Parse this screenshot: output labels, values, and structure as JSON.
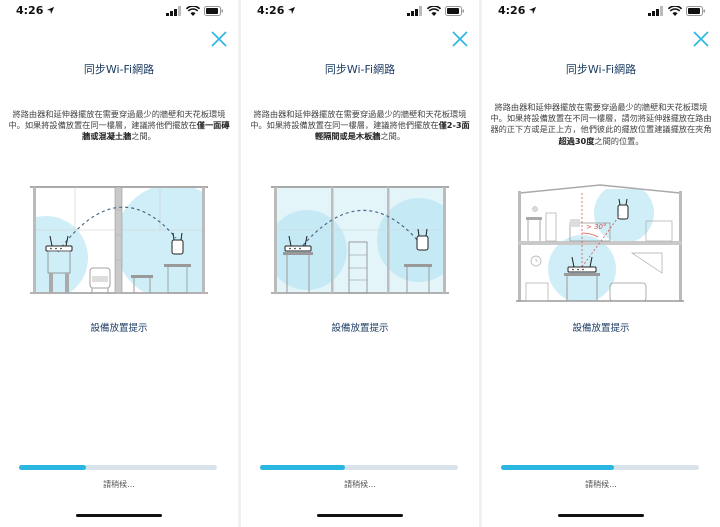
{
  "colors": {
    "accent": "#29b6e0",
    "title": "#1c3c63",
    "coverage": "#cfeef7",
    "track": "#d8e2ea"
  },
  "screens": [
    {
      "time": "4:26",
      "title": "同步Wi-Fi網路",
      "desc_prefix": "將路由器和延伸器擺放在需要穿過最少的牆壁和天花板環境中。如果將設備放置在同一樓層，建議將他們擺放在",
      "desc_bold": "僅一面磚牆或混凝土牆",
      "desc_suffix": "之間。",
      "tips_label": "設備放置提示",
      "progress": 0.34,
      "wait_text": "請稍候..."
    },
    {
      "time": "4:26",
      "title": "同步Wi-Fi網路",
      "desc_prefix": "將路由器和延伸器擺放在需要穿過最少的牆壁和天花板環境中。如果將設備放置在同一樓層，建議將他們擺放在",
      "desc_bold": "僅2-3面輕隔間或是木板牆",
      "desc_suffix": "之間。",
      "tips_label": "設備放置提示",
      "progress": 0.43,
      "wait_text": "請稍候..."
    },
    {
      "time": "4:26",
      "title": "同步Wi-Fi網路",
      "desc_prefix": "將路由器和延伸器擺放在需要穿過最少的牆壁和天花板環境中。如果將設備放置在不同一樓層，請勿將延伸器擺放在路由器的正下方或是正上方，他們彼此的擺放位置建議擺放在夾角",
      "desc_bold": "超過30度",
      "desc_suffix": "之間的位置。",
      "angle_label": "> 30°",
      "tips_label": "設備放置提示",
      "progress": 0.57,
      "wait_text": "請稍候..."
    }
  ]
}
